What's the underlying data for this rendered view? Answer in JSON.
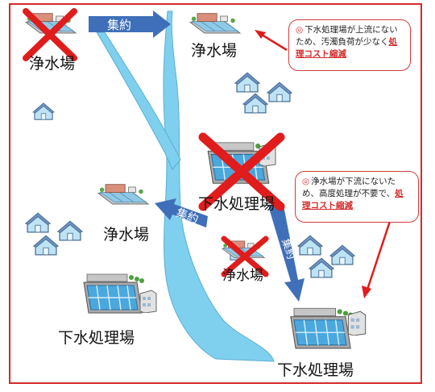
{
  "labels": {
    "plant_top": "浄水場",
    "plant_topleft": "浄水場",
    "plant_mid": "浄水場",
    "plant_crossed": "浄水場",
    "sewage_center": "下水処理場",
    "sewage_left": "下水処理場",
    "sewage_right": "下水処理場"
  },
  "arrows": {
    "top": "集約",
    "mid": "集約",
    "diag": "集約"
  },
  "callout_top": {
    "marker": "◎",
    "text_a": "下水処理場が上流にないため、汚濁負荷が少なく",
    "highlight": "処理コスト縮減"
  },
  "callout_mid": {
    "marker": "◎",
    "text_a": "浄水場が下流にないため、高度処理が不要で、",
    "highlight": "処理コスト縮減"
  },
  "colors": {
    "frame": "#d42a2a",
    "river": "#7fd0ef",
    "arrow": "#3f6fb8",
    "cross": "#e01c1c",
    "callout_text_highlight": "#d42a2a"
  }
}
